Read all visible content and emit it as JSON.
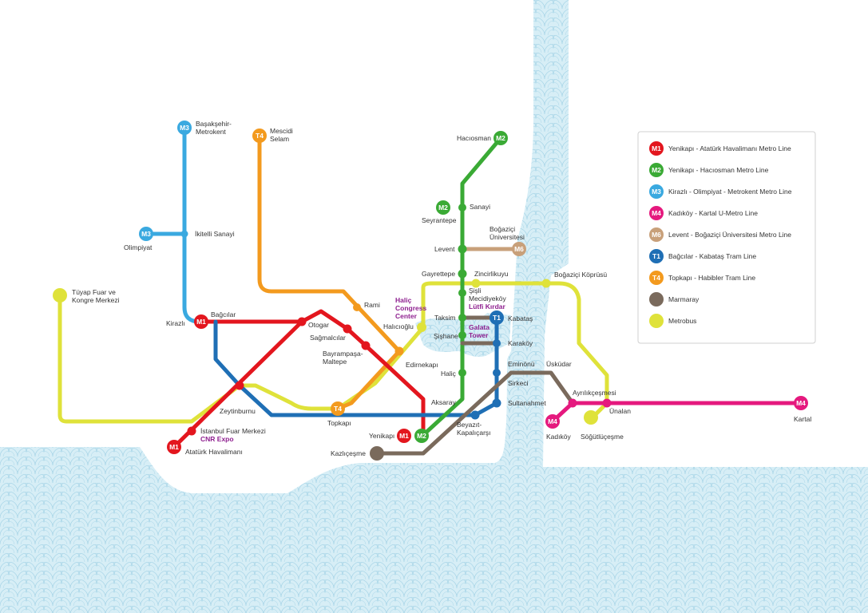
{
  "colors": {
    "M1": "#e3161e",
    "M2": "#3aaa35",
    "M3": "#3aa9e0",
    "M4": "#e5197e",
    "M6": "#c8a07a",
    "T1": "#1f6fb5",
    "T4": "#f39a1e",
    "Marmaray": "#7a6a5c",
    "Metrobus": "#dfe23a",
    "sea": "#cfe9f3",
    "sea_wave": "#a9d6e8"
  },
  "legend": {
    "items": [
      {
        "code": "M1",
        "label": "Yenikapı - Atatürk Havalimanı Metro Line",
        "color": "#e3161e"
      },
      {
        "code": "M2",
        "label": "Yenikapı - Hacıosman Metro Line",
        "color": "#3aaa35"
      },
      {
        "code": "M3",
        "label": "Kirazlı - Olimpiyat - Metrokent Metro Line",
        "color": "#3aa9e0"
      },
      {
        "code": "M4",
        "label": "Kadıköy - Kartal U-Metro Line",
        "color": "#e5197e"
      },
      {
        "code": "M6",
        "label": "Levent - Boğaziçi Üniversitesi Metro Line",
        "color": "#c8a07a"
      },
      {
        "code": "T1",
        "label": "Bağcılar - Kabataş Tram Line",
        "color": "#1f6fb5"
      },
      {
        "code": "T4",
        "label": "Topkapı - Habibler Tram Line",
        "color": "#f39a1e"
      },
      {
        "code": "",
        "label": "Marmaray",
        "color": "#7a6a5c"
      },
      {
        "code": "",
        "label": "Metrobus",
        "color": "#dfe23a"
      }
    ]
  },
  "badges": {
    "m3_top": "M3",
    "m3_olimpiyat": "M3",
    "t4_top": "T4",
    "m2_top": "M2",
    "m2_seyrantepe": "M2",
    "m6": "M6",
    "t1": "T1",
    "m1_kirazli": "M1",
    "m1_airport": "M1",
    "t4_topkapi": "T4",
    "m1_yenikapi": "M1",
    "m2_yenikapi": "M2",
    "m4_kadikoy": "M4",
    "m4_kartal": "M4"
  },
  "stations": {
    "basaksehir_1": "Başakşehir-",
    "basaksehir_2": "Metrokent",
    "mescidi_1": "Mescidi",
    "mescidi_2": "Selam",
    "olimpiyat": "Olimpiyat",
    "ikitelli": "İkitelli Sanayi",
    "tuyap_1": "Tüyap Fuar ve",
    "tuyap_2": "Kongre Merkezi",
    "kirazli": "Kirazlı",
    "bagcilar": "Bağcılar",
    "rami": "Rami",
    "otogar": "Otogar",
    "sagmalcilar": "Sağmalcılar",
    "bayrampasa_1": "Bayrampaşa-",
    "bayrampasa_2": "Maltepe",
    "halic_cc_1": "Haliç",
    "halic_cc_2": "Congress",
    "halic_cc_3": "Center",
    "halicioglu": "Halıcıoğlu",
    "edirnekapi": "Edirnekapı",
    "zeytinburnu": "Zeytinburnu",
    "topkapi": "Topkapı",
    "fuar_1": "İstanbul Fuar Merkezi",
    "fuar_2": "CNR Expo",
    "ataturk": "Atatürk Havalimanı",
    "hacıosman": "Hacıosman",
    "sanayi": "Sanayi",
    "seyrantepe": "Seyrantepe",
    "bogazici_1": "Boğaziçi",
    "bogazici_2": "Üniversitesi",
    "levent": "Levent",
    "gayrettepe": "Gayrettepe",
    "zincirlikuyu": "Zincirlikuyu",
    "bogazici_koprusu": "Boğaziçi Köprüsü",
    "sisli_1": "Şişli",
    "sisli_2": "Mecidiyeköy",
    "lutfi_kirdar": "Lütfi Kırdar",
    "taksim": "Taksim",
    "kabatas": "Kabataş",
    "sishane": "Şişhane",
    "galata_1": "Galata",
    "galata_2": "Tower",
    "karakoy": "Karaköy",
    "halic": "Haliç",
    "eminonu": "Eminönü",
    "uskudar": "Üsküdar",
    "sirkeci": "Sirkeci",
    "aksaray": "Aksaray",
    "sultanahmet": "Sultanahmet",
    "ayrilikcesmesi": "Ayrılıkçeşmesi",
    "unalan": "Ünalan",
    "kartal": "Kartal",
    "beyazit_1": "Beyazıt-",
    "beyazit_2": "Kapalıçarşı",
    "yenikapi": "Yenikapı",
    "kazlicesme": "Kazlıçeşme",
    "kadikoy": "Kadıköy",
    "sogutlucesme": "Söğütlüçeşme"
  }
}
